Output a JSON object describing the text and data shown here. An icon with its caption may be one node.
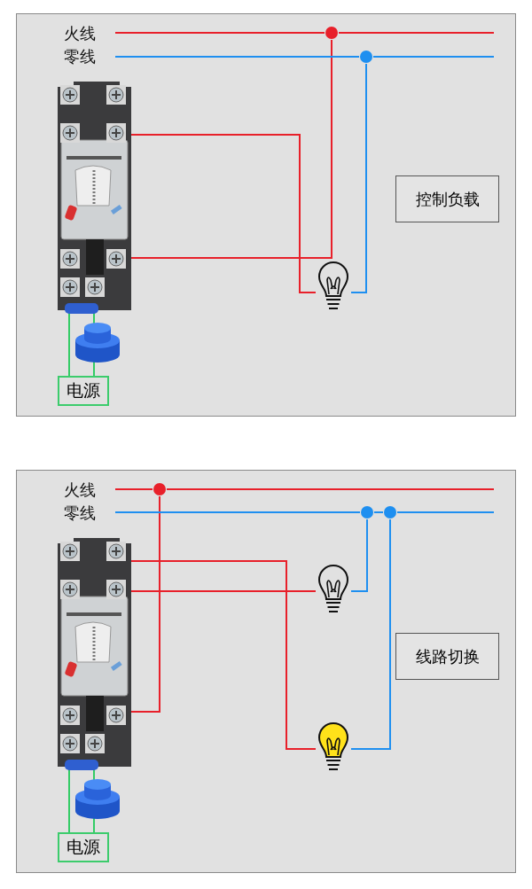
{
  "diagram": {
    "nodes": [
      {
        "text": [],
        "shape": "box"
      },
      {
        "text": [
          "火线"
        ],
        "in": 0
      },
      {
        "text": [
          "零线"
        ],
        "in": 0
      },
      {
        "text": [],
        "shape": "circle",
        "in": 0
      },
      {
        "text": [],
        "shape": "circle",
        "in": 0
      },
      {
        "text": [],
        "shape": "picture",
        "in": 0
      },
      {
        "text": [],
        "shape": "picture",
        "in": 0
      },
      {
        "text": [
          "控制负载"
        ],
        "in": 0
      },
      {
        "text": [
          "电源"
        ],
        "in": 0
      },
      {
        "text": [],
        "shape": "box"
      },
      {
        "text": [
          "火线"
        ],
        "in": 9
      },
      {
        "text": [
          "零线"
        ],
        "in": 9
      },
      {
        "text": [],
        "shape": "circle",
        "in": 9
      },
      {
        "text": [],
        "shape": "circle",
        "in": 9
      },
      {
        "text": [],
        "shape": "circle",
        "in": 9
      },
      {
        "text": [],
        "shape": "picture",
        "in": 9
      },
      {
        "text": [],
        "shape": "picture",
        "in": 9
      },
      {
        "text": [],
        "shape": "picture",
        "in": 9
      },
      {
        "text": [
          "线路切换"
        ],
        "in": 9
      },
      {
        "text": [
          "电源"
        ],
        "in": 9
      }
    ],
    "edges": [
      {
        "from": 1,
        "to": 3,
        "arrow": "none"
      },
      {
        "from": 3,
        "to": null,
        "arrow": "none"
      },
      {
        "from": 2,
        "to": 4,
        "arrow": "none",
        "color": "#1e8ff0"
      },
      {
        "from": 4,
        "to": null,
        "arrow": "none",
        "color": "#1e8ff0"
      },
      {
        "from": 3,
        "to": 5,
        "arrow": "none"
      },
      {
        "from": 5,
        "to": 6,
        "arrow": "none"
      },
      {
        "from": 4,
        "to": 6,
        "arrow": "none",
        "color": "#1e8ff0"
      },
      {
        "from": 8,
        "to": 5,
        "arrow": "none",
        "color": "#33cc66"
      },
      {
        "from": 8,
        "to": 5,
        "arrow": "none",
        "color": "#33cc66"
      },
      {
        "from": 10,
        "to": 12,
        "arrow": "none"
      },
      {
        "from": 12,
        "to": null,
        "arrow": "none"
      },
      {
        "from": 11,
        "to": 13,
        "arrow": "none",
        "color": "#1e8ff0"
      },
      {
        "from": 13,
        "to": 14,
        "arrow": "none",
        "color": "#1e8ff0"
      },
      {
        "from": 14,
        "to": null,
        "arrow": "none",
        "color": "#1e8ff0"
      },
      {
        "from": 12,
        "to": 15,
        "arrow": "none"
      },
      {
        "from": 15,
        "to": 17,
        "arrow": "none"
      },
      {
        "from": 15,
        "to": 16,
        "arrow": "none"
      },
      {
        "from": 13,
        "to": 16,
        "arrow": "none",
        "color": "#1e8ff0"
      },
      {
        "from": 14,
        "to": 17,
        "arrow": "none",
        "color": "#1e8ff0"
      },
      {
        "from": 19,
        "to": 15,
        "arrow": "none",
        "color": "#33cc66"
      },
      {
        "from": 19,
        "to": 15,
        "arrow": "none",
        "color": "#33cc66"
      }
    ]
  }
}
